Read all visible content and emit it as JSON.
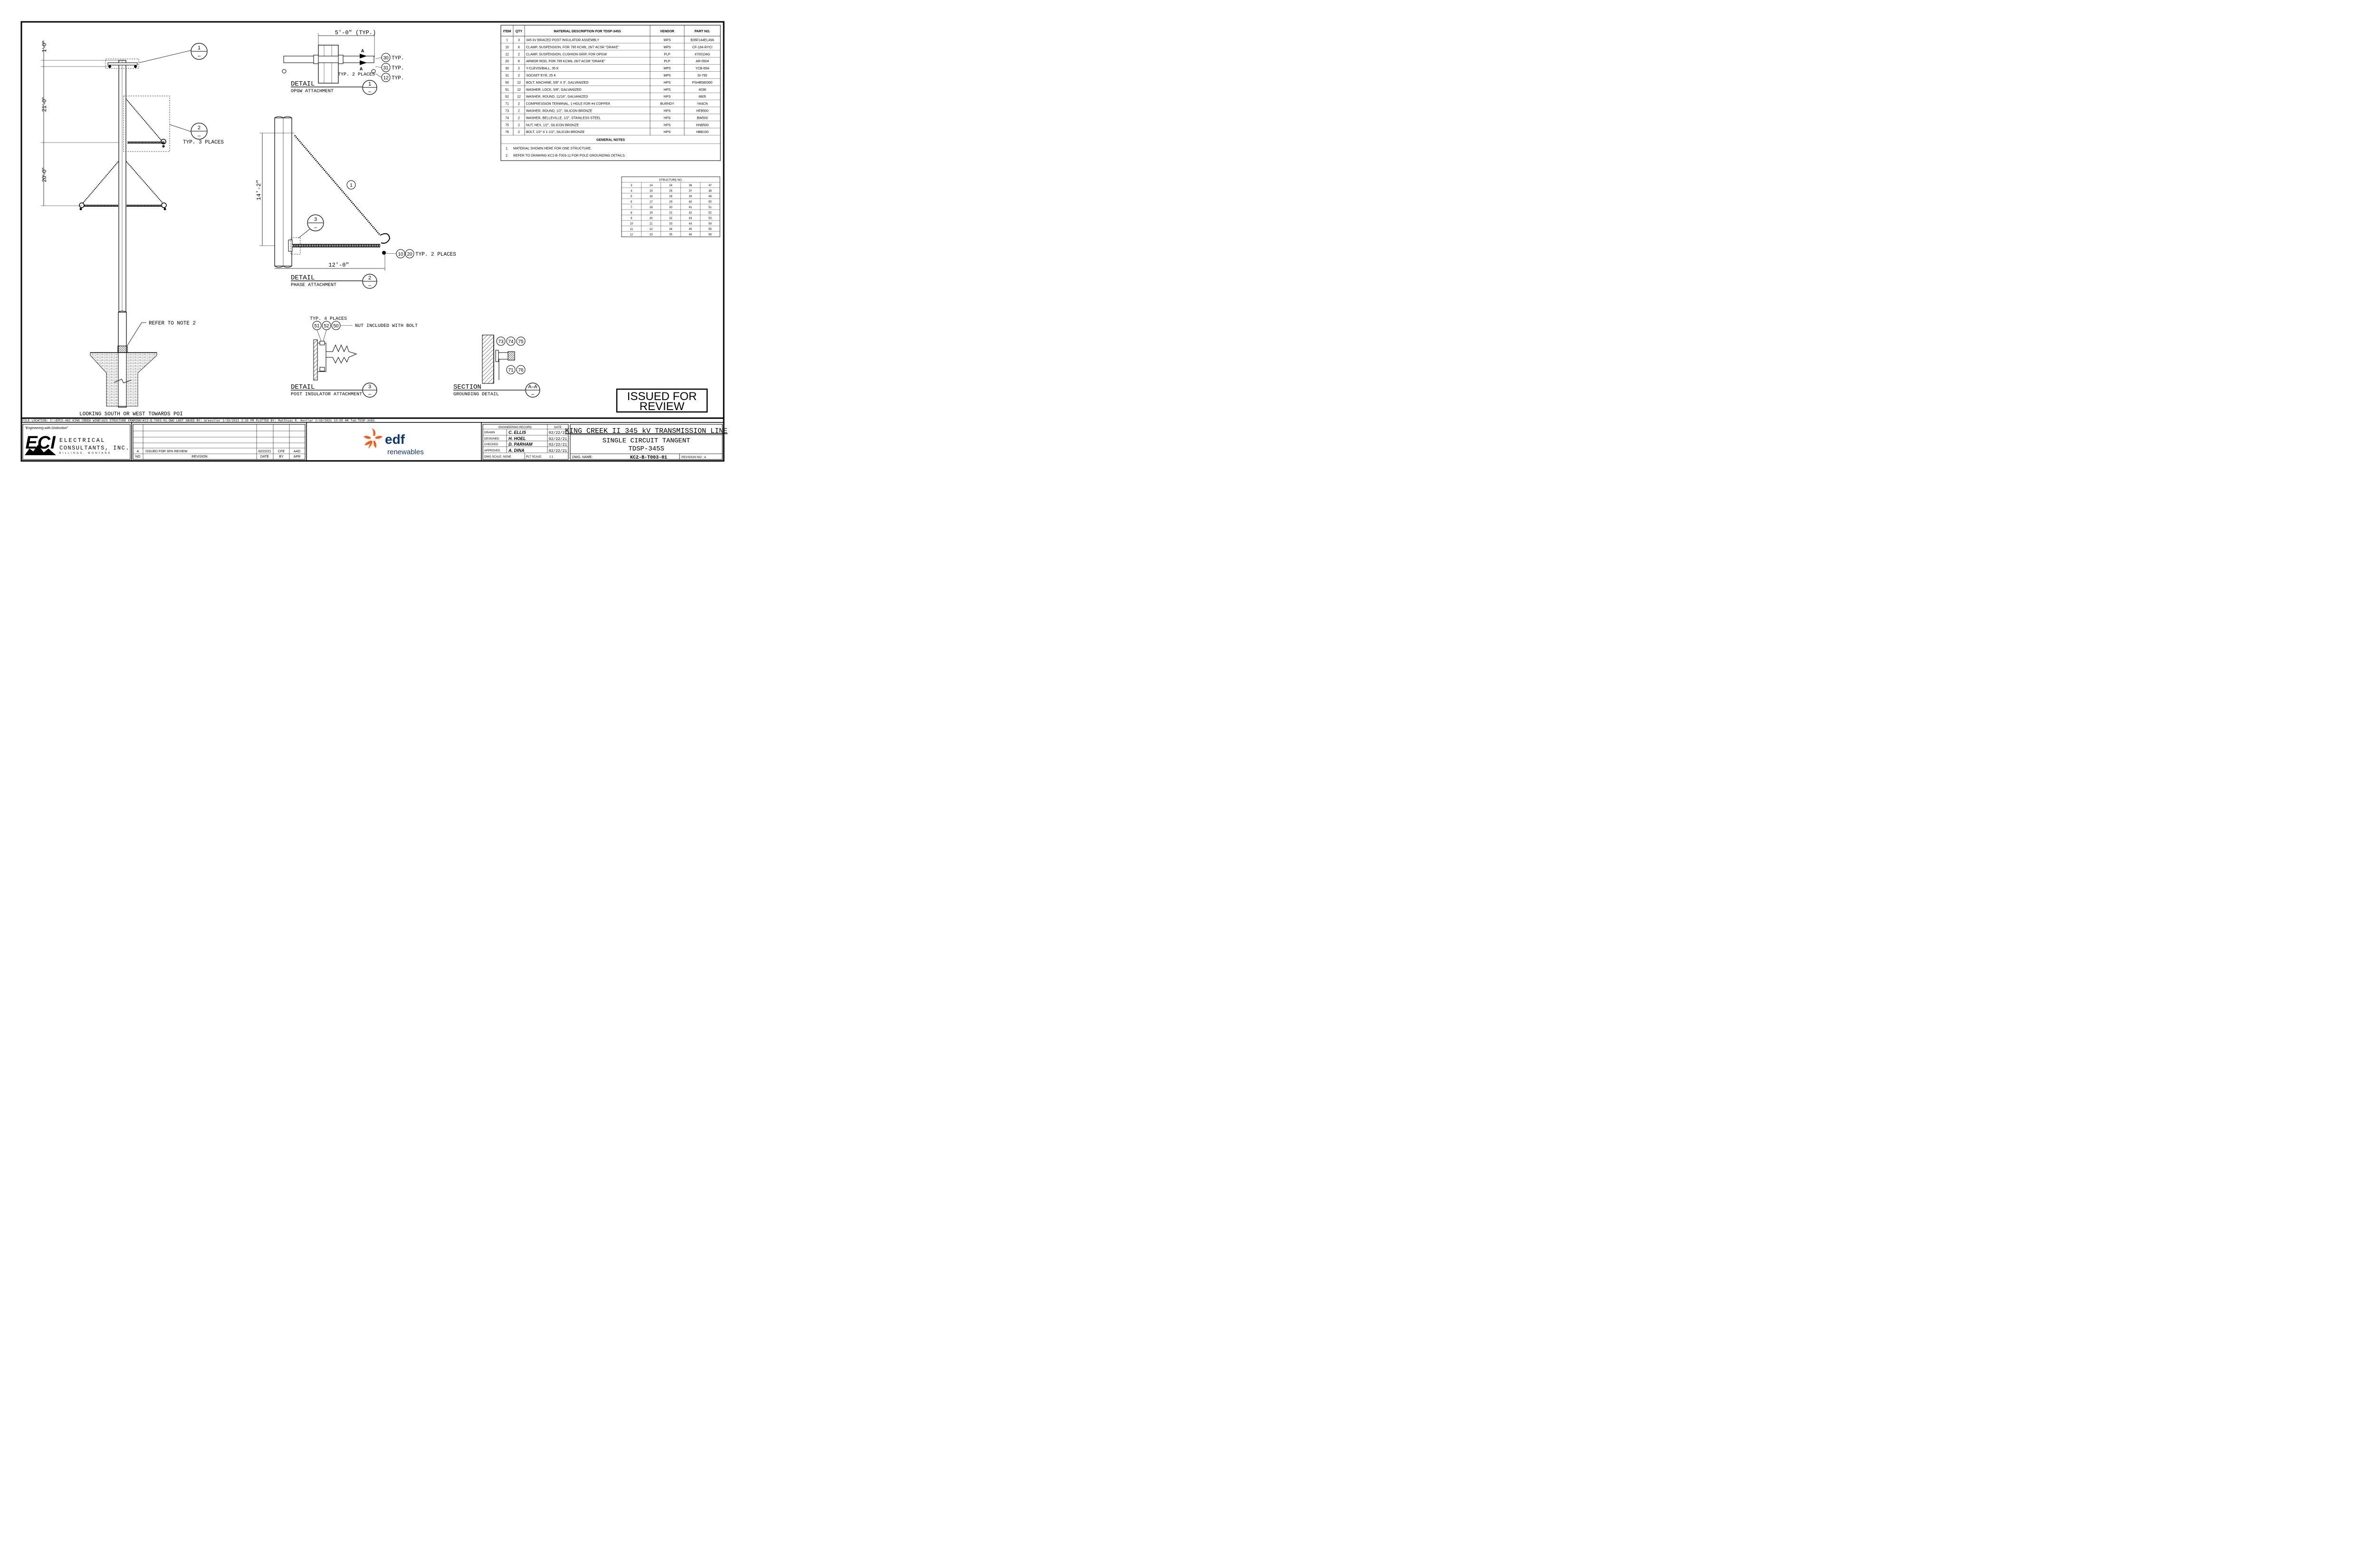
{
  "dims": {
    "top": "1'-0\"",
    "upper": "21'-0\"",
    "lower": "20'-0\"",
    "opgw": "5'-0\" (TYP.)",
    "vert": "14'-2\"",
    "horiz": "12'-0\""
  },
  "main_view": {
    "callout1": "1",
    "callout2": "2",
    "callout_dash": "–",
    "typ3": "TYP. 3 PLACES",
    "refer": "REFER TO NOTE 2",
    "caption": "LOOKING SOUTH OR WEST TOWARDS POI"
  },
  "detail1": {
    "section_a": "A",
    "typ": "TYP.",
    "typ2": "TYP. 2 PLACES",
    "balloons": [
      "30",
      "31",
      "12"
    ],
    "title": "DETAIL",
    "subtitle": "OPGW ATTACHMENT",
    "num": "1",
    "dash": "–"
  },
  "detail2": {
    "balloon1": "1",
    "callout3": "3",
    "balloons": [
      "10",
      "20"
    ],
    "typ2": "TYP. 2 PLACES",
    "title": "DETAIL",
    "subtitle": "PHASE ATTACHMENT",
    "num": "2",
    "dash": "–"
  },
  "detail3": {
    "typ4": "TYP. 4 PLACES",
    "balloons": [
      "51",
      "52",
      "50"
    ],
    "nut_note": "NUT INCLUDED WITH BOLT",
    "title": "DETAIL",
    "subtitle": "POST INSULATOR ATTACHMENT",
    "num": "3",
    "dash": "–"
  },
  "section": {
    "balloons_top": [
      "73",
      "74",
      "75"
    ],
    "balloons_bottom": [
      "71",
      "76"
    ],
    "title": "SECTION",
    "subtitle": "GROUNDING DETAIL",
    "tag": "A–A",
    "dash": "–"
  },
  "material": {
    "headers": [
      "ITEM",
      "QTY",
      "MATERIAL DESCRIPTION FOR TDSP-345S",
      "VENDOR",
      "PART NO."
    ],
    "rows": [
      [
        "1",
        "3",
        "345 kV BRACED POST INSULATOR ASSEMBLY",
        "MPS",
        "B35F144EL49A"
      ],
      [
        "10",
        "6",
        "CLAMP, SUSPENSION, FOR 795 KCMIL 26/7 ACSR \"DRAKE\"",
        "MPS",
        "CF-184-RYCI"
      ],
      [
        "12",
        "2",
        "CLAMP, SUSPENSION, CUSHION GRIP, FOR OPGW",
        "PLP",
        "4700104G"
      ],
      [
        "20",
        "6",
        "ARMOR ROD, FOR 795 KCMIL 26/7 ACSR \"DRAKE\"",
        "PLP",
        "AR-0504"
      ],
      [
        "30",
        "2",
        "Y-CLEVIS/BALL, 35 K",
        "MPS",
        "YCB-65A"
      ],
      [
        "31",
        "2",
        "SOCKET EYE, 25 K",
        "MPS",
        "SI-750"
      ],
      [
        "50",
        "12",
        "BOLT, MACHINE, 5/8\" X 3\", GALVANIZED",
        "HPS",
        "PSHB580300"
      ],
      [
        "51",
        "12",
        "WASHER, LOCK, 5/8\", GALVANIZED",
        "HPS",
        "4036"
      ],
      [
        "52",
        "12",
        "WASHER, ROUND, 11/16\", GALVANIZED",
        "HPS",
        "6805"
      ],
      [
        "71",
        "2",
        "COMPRESSION TERMINAL, 1-HOLE FOR #4 COPPER",
        "BURNDY",
        "YA4CN"
      ],
      [
        "73",
        "2",
        "WASHER, ROUND, 1/2\", SILICON BRONZE",
        "HPS",
        "HFB500"
      ],
      [
        "74",
        "2",
        "WASHER, BELLEVILLE, 1/2\", STAINLESS STEEL",
        "HPS",
        "BW500"
      ],
      [
        "75",
        "2",
        "NUT, HEX, 1/2\", SILICON BRONZE",
        "HPS",
        "HNB500"
      ],
      [
        "76",
        "2",
        "BOLT, 1/2\" X 1-1/2\", SILICON BRONZE",
        "HPS",
        "HBB150"
      ]
    ],
    "notes_title": "GENERAL NOTES",
    "notes": [
      [
        "1.",
        "MATERIAL SHOWN HERE FOR ONE STRUCTURE."
      ],
      [
        "2.",
        "REFER TO DRAWING KC2-B-T003-11 FOR POLE GROUNDING DETAILS."
      ]
    ]
  },
  "structures": {
    "title": "STRUCTURE NO.",
    "rows": [
      [
        "3",
        "14",
        "24",
        "36",
        "47"
      ],
      [
        "4",
        "15",
        "26",
        "37",
        "48"
      ],
      [
        "5",
        "16",
        "28",
        "39",
        "49"
      ],
      [
        "6",
        "17",
        "29",
        "40",
        "50"
      ],
      [
        "7",
        "18",
        "30",
        "41",
        "51"
      ],
      [
        "8",
        "19",
        "31",
        "42",
        "52"
      ],
      [
        "9",
        "20",
        "32",
        "43",
        "53"
      ],
      [
        "10",
        "21",
        "33",
        "44",
        "54"
      ],
      [
        "11",
        "22",
        "34",
        "45",
        "55"
      ],
      [
        "12",
        "23",
        "35",
        "46",
        "56"
      ]
    ]
  },
  "stamp": [
    "ISSUED FOR",
    "REVIEW"
  ],
  "file_line": "FILE LOCATION: C:\\EPCS-482 KING CREEK WIND\\623 STRUCTURE FRAMING\\KC2-B-T003-01.DWG LAST SAVED BY: mrkestler 1/19/2021 3:39 PM PLOTTED BY: Matthias R. Kestler 2/19/2021 10:55 AM Tab:TDSP-345S",
  "eci": {
    "tagline": "\"Engineering with Distinction\"",
    "logo": "ECI",
    "line1": "ELECTRICAL",
    "line2": "CONSULTANTS, INC.",
    "city": "BILLINGS, MONTANA"
  },
  "revisions": {
    "row": [
      "A",
      "ISSUED FOR 30% REVIEW",
      "02/22/21",
      "CFE",
      "AAD"
    ],
    "headers": [
      "NO",
      "REVISION",
      "DATE",
      "BY",
      "APR"
    ]
  },
  "edf": {
    "brand": "edf",
    "sub": "renewables"
  },
  "record": {
    "header": "ENGINEERING RECORD",
    "date_header": "DATE",
    "rows": [
      [
        "DRAWN",
        "C. ELLIS",
        "02/22/21"
      ],
      [
        "DESIGNED",
        "H. HOEL",
        "02/22/21"
      ],
      [
        "CHECKED",
        "D. PARHAM",
        "02/22/21"
      ],
      [
        "APPROVED",
        "A. DINA",
        "02/22/21"
      ]
    ],
    "scale_label": "DWG SCALE: NONE",
    "plt_label": "PLT SCALE:",
    "plt_value": "1:1"
  },
  "title_block": {
    "line1": "KING CREEK II 345 kV TRANSMISSION LINE",
    "line2": "SINGLE CIRCUIT TANGENT",
    "line3": "TDSP-345S",
    "dwg_label": "DWG. NAME:",
    "dwg_name": "KC2-B-T003-01",
    "rev_label": "REVISION NO : A"
  }
}
